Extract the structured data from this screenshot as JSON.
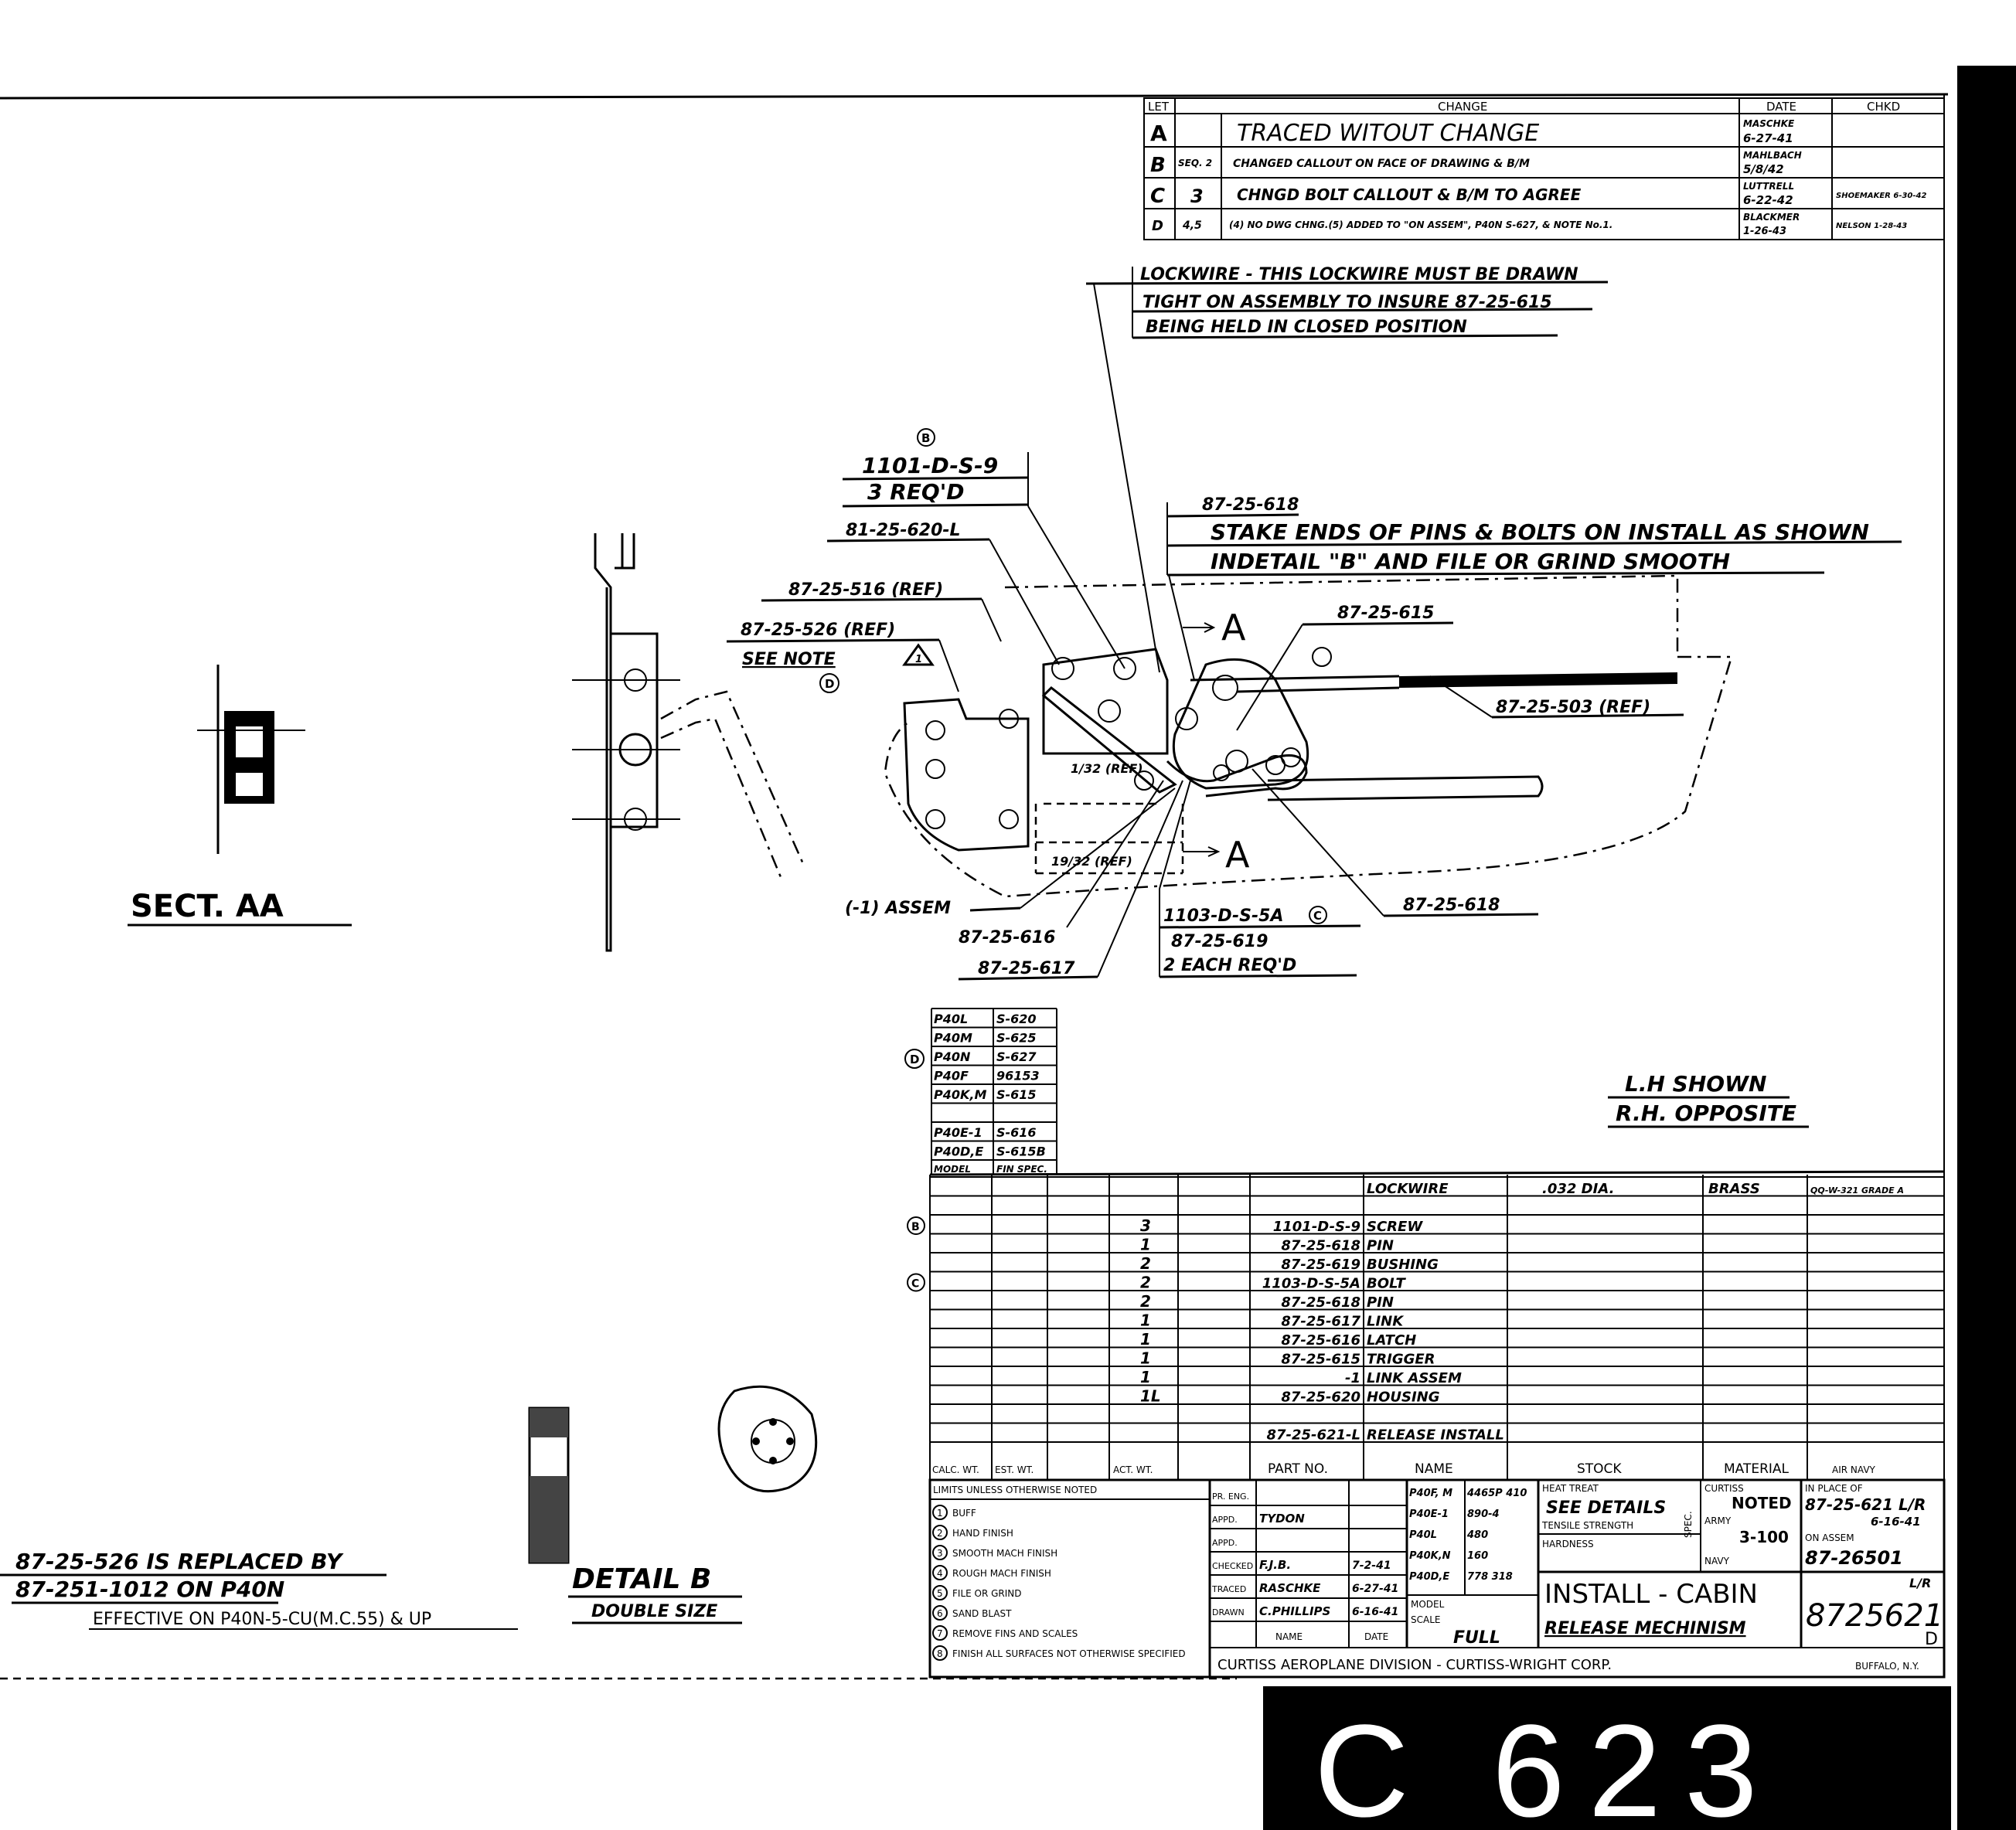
{
  "revisions": {
    "headers": {
      "let": "LET",
      "change": "CHANGE",
      "date": "DATE",
      "chkd": "CHKD"
    },
    "rows": [
      {
        "let": "A",
        "seq": "",
        "change": "TRACED WITOUT CHANGE",
        "by": "MASCHKE",
        "date": "6-27-41",
        "chkd": ""
      },
      {
        "let": "B",
        "seq": "SEQ. 2",
        "change": "CHANGED CALLOUT ON FACE OF DRAWING & B/M",
        "by": "MAHLBACH",
        "date": "5/8/42",
        "chkd": ""
      },
      {
        "let": "C",
        "seq": "3",
        "change": "CHNGD BOLT CALLOUT & B/M TO AGREE",
        "by": "LUTTRELL",
        "date": "6-22-42",
        "chkd": "SHOEMAKER 6-30-42"
      },
      {
        "let": "D",
        "seq": "4,5",
        "change": "(4) NO DWG CHNG.(5) ADDED TO \"ON ASSEM\", P40N S-627, & NOTE No.1.",
        "by": "BLACKMER",
        "date": "1-26-43",
        "chkd": "NELSON 1-28-43"
      }
    ]
  },
  "notes": {
    "lockwire": [
      "LOCKWIRE - THIS LOCKWIRE MUST BE DRAWN",
      "TIGHT ON ASSEMBLY TO INSURE 87-25-615",
      "BEING HELD IN CLOSED POSITION"
    ],
    "stake": [
      "87-25-618",
      "STAKE ENDS OF PINS & BOLTS ON INSTALL AS SHOWN",
      "INDETAIL \"B\" AND FILE OR GRIND SMOOTH"
    ],
    "replaced": [
      "87-25-526 IS REPLACED BY",
      "87-251-1012 ON P40N",
      "EFFECTIVE ON P40N-5-CU(M.C.55) & UP"
    ],
    "hand": [
      "L.H SHOWN",
      "R.H. OPPOSITE"
    ]
  },
  "callouts": {
    "rev_b": "B",
    "screw": "1101-D-S-9",
    "screw_qty": "3 REQ'D",
    "housing": "81-25-620-L",
    "ref516": "87-25-516 (REF)",
    "ref526": "87-25-526 (REF)",
    "see_note": "SEE NOTE",
    "rev_d": "D",
    "note_num": "1",
    "trigger": "87-25-615",
    "ref503": "87-25-503 (REF)",
    "section_a": "A",
    "dim1": "1/32 (REF)",
    "dim2": "19/32 (REF)",
    "assem": "(-1) ASSEM",
    "latch": "87-25-616",
    "link": "87-25-617",
    "bolt": "1103-D-S-5A",
    "rev_c": "C",
    "bushing": "87-25-619",
    "bolt_qty": "2 EACH REQ'D",
    "pin": "87-25-618"
  },
  "views": {
    "sect_aa": "SECT. AA",
    "detail_b": "DETAIL B",
    "double_size": "DOUBLE SIZE"
  },
  "models": {
    "rows": [
      {
        "model": "P40L",
        "spec": "S-620"
      },
      {
        "model": "P40M",
        "spec": "S-625"
      },
      {
        "model": "P40N",
        "spec": "S-627"
      },
      {
        "model": "P40F",
        "spec": "96153"
      },
      {
        "model": "P40K,M",
        "spec": "S-615"
      },
      {
        "model": "",
        "spec": ""
      },
      {
        "model": "P40E-1",
        "spec": "S-616"
      },
      {
        "model": "P40D,E",
        "spec": "S-615B"
      }
    ],
    "header": {
      "model": "MODEL",
      "spec": "FIN SPEC."
    },
    "rev_d": "D"
  },
  "parts_list": {
    "rows": [
      {
        "qty": "",
        "part": "",
        "name": "LOCKWIRE",
        "stock": ".032 DIA.",
        "material": "BRASS",
        "spec": "QQ-W-321 GRADE A",
        "rev": ""
      },
      {
        "qty": "",
        "part": "",
        "name": "",
        "stock": "",
        "material": "",
        "spec": "",
        "rev": ""
      },
      {
        "qty": "3",
        "part": "1101-D-S-9",
        "name": "SCREW",
        "stock": "",
        "material": "",
        "spec": "",
        "rev": "B"
      },
      {
        "qty": "1",
        "part": "87-25-618",
        "name": "PIN",
        "stock": "",
        "material": "",
        "spec": "",
        "rev": ""
      },
      {
        "qty": "2",
        "part": "87-25-619",
        "name": "BUSHING",
        "stock": "",
        "material": "",
        "spec": "",
        "rev": ""
      },
      {
        "qty": "2",
        "part": "1103-D-S-5A",
        "name": "BOLT",
        "stock": "",
        "material": "",
        "spec": "",
        "rev": "C"
      },
      {
        "qty": "2",
        "part": "87-25-618",
        "name": "PIN",
        "stock": "",
        "material": "",
        "spec": "",
        "rev": ""
      },
      {
        "qty": "1",
        "part": "87-25-617",
        "name": "LINK",
        "stock": "",
        "material": "",
        "spec": "",
        "rev": ""
      },
      {
        "qty": "1",
        "part": "87-25-616",
        "name": "LATCH",
        "stock": "",
        "material": "",
        "spec": "",
        "rev": ""
      },
      {
        "qty": "1",
        "part": "87-25-615",
        "name": "TRIGGER",
        "stock": "",
        "material": "",
        "spec": "",
        "rev": ""
      },
      {
        "qty": "1",
        "part": "-1",
        "name": "LINK ASSEM",
        "stock": "",
        "material": "",
        "spec": "",
        "rev": ""
      },
      {
        "qty": "1L",
        "part": "87-25-620",
        "name": "HOUSING",
        "stock": "",
        "material": "",
        "spec": "",
        "rev": ""
      },
      {
        "qty": "",
        "part": "",
        "name": "",
        "stock": "",
        "material": "",
        "spec": "",
        "rev": ""
      },
      {
        "qty": "",
        "part": "87-25-621-L",
        "name": "RELEASE INSTALL",
        "stock": "",
        "material": "",
        "spec": "",
        "rev": ""
      }
    ],
    "headers": {
      "calc_wt": "CALC. WT.",
      "est_wt": "EST. WT.",
      "act_wt": "ACT. WT.",
      "part_no": "PART NO.",
      "name": "NAME",
      "stock": "STOCK",
      "material": "MATERIAL",
      "spec": "AIR  NAVY"
    }
  },
  "title_block": {
    "limits": "LIMITS UNLESS OTHERWISE NOTED",
    "finishes": [
      "BUFF",
      "HAND FINISH",
      "SMOOTH MACH FINISH",
      "ROUGH MACH FINISH",
      "FILE OR GRIND",
      "SAND BLAST",
      "REMOVE FINS AND SCALES",
      "FINISH ALL SURFACES NOT OTHERWISE SPECIFIED"
    ],
    "finish_nums": [
      "1",
      "2",
      "3",
      "4",
      "5",
      "6",
      "7",
      "8"
    ],
    "roles": [
      "PR. ENG.",
      "APPD.",
      "APPD.",
      "CHECKED",
      "TRACED",
      "DRAWN"
    ],
    "names": [
      "",
      "TYDON",
      "",
      "F.J.B.",
      "RASCHKE",
      "C.PHILLIPS"
    ],
    "dates": [
      "",
      "",
      "",
      "7-2-41",
      "6-27-41",
      "6-16-41"
    ],
    "name_hdr": "NAME",
    "date_hdr": "DATE",
    "models": [
      {
        "model": "P40F, M",
        "no": "4465P 410"
      },
      {
        "model": "P40E-1",
        "no": "890-4"
      },
      {
        "model": "P40L",
        "no": "480"
      },
      {
        "model": "P40K,N",
        "no": "160"
      },
      {
        "model": "P40D,E",
        "no": "778 318"
      }
    ],
    "model_hdr": "MODEL",
    "scale_label": "SCALE",
    "scale": "FULL",
    "heat_treat_label": "HEAT TREAT",
    "heat_treat": "SEE DETAILS",
    "tensile_label": "TENSILE STRENGTH",
    "hardness_label": "HARDNESS",
    "curtiss_label": "CURTISS",
    "curtiss_spec": "NOTED",
    "army_label": "ARMY",
    "army_spec": "3-100",
    "navy_label": "NAVY",
    "spec_label": "SPEC.",
    "in_place_label": "IN PLACE OF",
    "in_place": "87-25-621 L/R",
    "in_place_date": "6-16-41",
    "on_assem_label": "ON ASSEM",
    "on_assem": "87-26501",
    "title1": "INSTALL - CABIN",
    "title2": "RELEASE MECHINISM",
    "company": "CURTISS AEROPLANE DIVISION - CURTISS-WRIGHT CORP.",
    "city": "BUFFALO, N.Y.",
    "drawing_no": "8725621",
    "drawing_suffix": "L/R",
    "size": "D"
  },
  "frame": {
    "frame_id": "C 623"
  }
}
